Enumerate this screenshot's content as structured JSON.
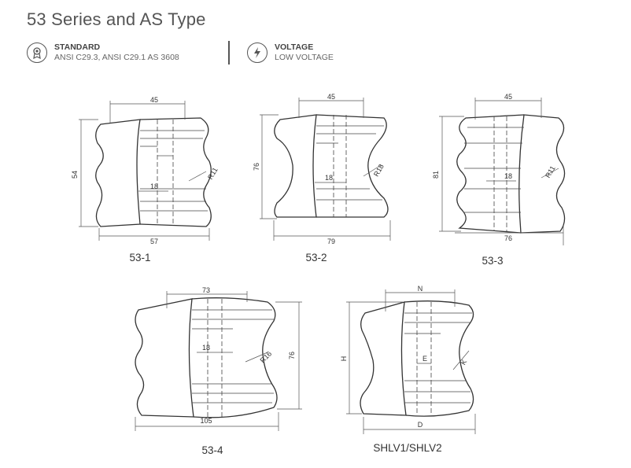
{
  "title": "53 Series and  AS Type",
  "specs": {
    "standard_label": "STANDARD",
    "standard_value": "ANSI C29.3, ANSI C29.1  AS 3608",
    "voltage_label": "VOLTAGE",
    "voltage_value": "LOW VOLTAGE"
  },
  "drawings": {
    "d1": {
      "caption": "53-1",
      "top": "45",
      "left": "54",
      "bottom": "57",
      "inner": "18",
      "radius": "R11"
    },
    "d2": {
      "caption": "53-2",
      "top": "45",
      "left": "76",
      "bottom": "79",
      "inner": "18",
      "radius": "R18"
    },
    "d3": {
      "caption": "53-3",
      "top": "45",
      "left": "81",
      "bottom": "76",
      "inner": "18",
      "radius": "R11"
    },
    "d4": {
      "caption": "53-4",
      "top": "73",
      "right": "76",
      "bottom": "105",
      "inner": "18",
      "radius": "R16"
    },
    "d5": {
      "caption": "SHLV1/SHLV2",
      "top": "N",
      "left": "H",
      "bottom": "D",
      "inner": "E",
      "radius": "K"
    }
  }
}
